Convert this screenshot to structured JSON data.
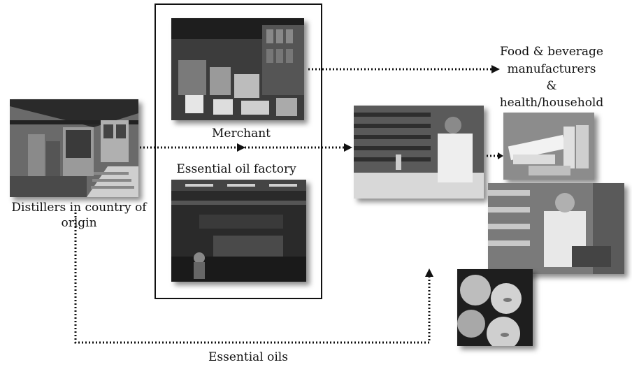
{
  "labels": {
    "merchant": "Merchant",
    "factory": "Essential oil factory",
    "distillers_line1": "Distillers in country of",
    "distillers_line2": "origin",
    "food_line1": "Food & beverage",
    "food_line2": "manufacturers",
    "food_line3": "&",
    "food_line4": "health/household",
    "essential_oils": "Essential oils"
  }
}
